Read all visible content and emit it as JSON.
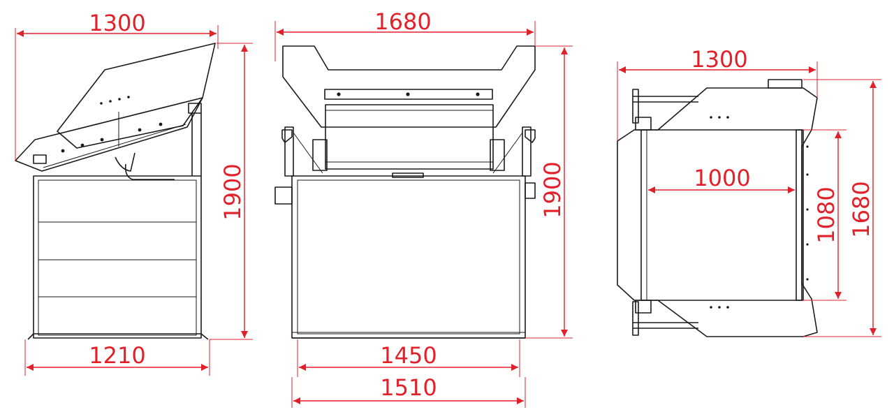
{
  "colors": {
    "dimension": "#e2202a",
    "drawing": "#1a1a1a",
    "background": "#ffffff"
  },
  "views": {
    "side": {
      "top_width": "1300",
      "height": "1900",
      "bottom_width": "1210"
    },
    "front": {
      "top_width": "1680",
      "height": "1900",
      "inner_width": "1450",
      "outer_width": "1510"
    },
    "top": {
      "top_width": "1300",
      "inner_width": "1000",
      "inner_height": "1080",
      "outer_height": "1680"
    }
  }
}
